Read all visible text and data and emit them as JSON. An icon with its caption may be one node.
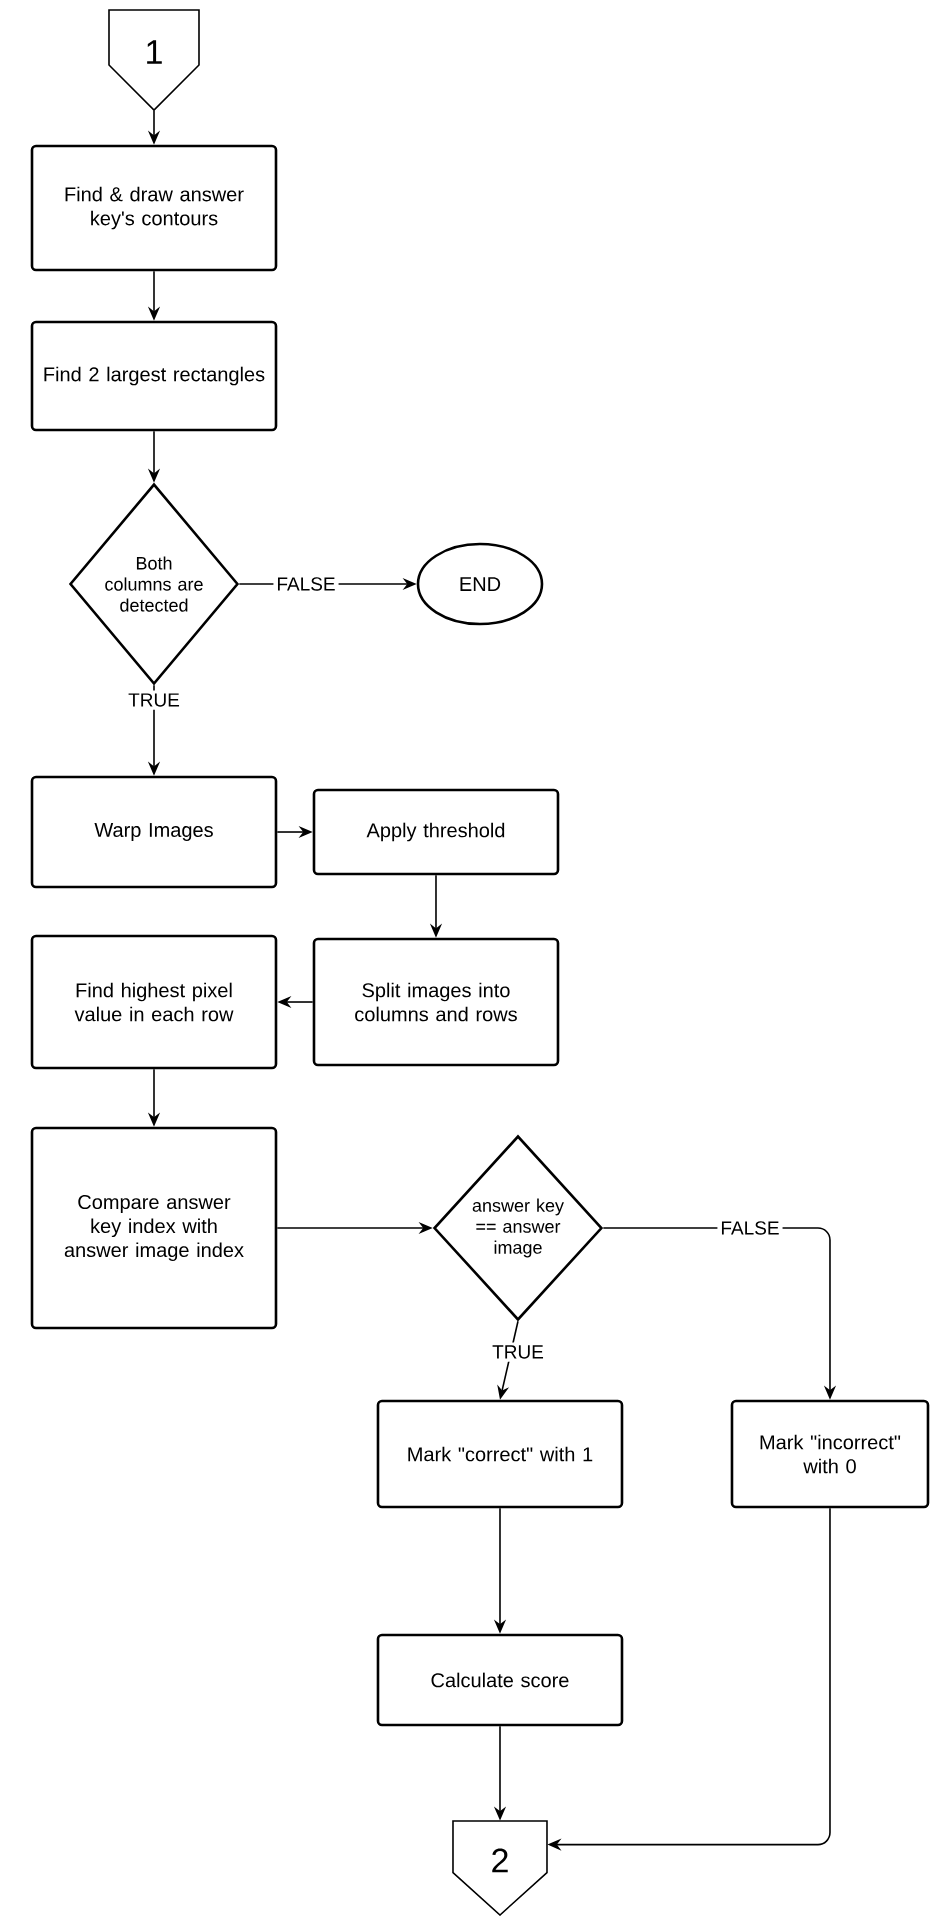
{
  "diagram": {
    "nodes": [
      {
        "text": [
          "1"
        ]
      },
      {
        "text": [
          "Find & draw answer key's contours"
        ]
      },
      {
        "text": [
          "Find 2 largest rectangles"
        ]
      },
      {
        "text": [
          "Both columns are detected"
        ]
      },
      {
        "text": [
          "END"
        ]
      },
      {
        "text": [
          "Warp Images"
        ]
      },
      {
        "text": [
          "Apply threshold"
        ]
      },
      {
        "text": [
          "Split images into columns and rows"
        ]
      },
      {
        "text": [
          "Find highest pixel value in each row"
        ]
      },
      {
        "text": [
          "Compare answer key index with answer image index"
        ]
      },
      {
        "text": [
          "answer key == answer image"
        ]
      },
      {
        "text": [
          "Mark \"correct\" with 1"
        ]
      },
      {
        "text": [
          "Mark \"incorrect\" with 0"
        ]
      },
      {
        "text": [
          "Calculate score"
        ]
      },
      {
        "text": [
          "2"
        ]
      }
    ],
    "edges": [
      {
        "from": 0,
        "to": 1,
        "arrow": "to"
      },
      {
        "from": 1,
        "to": 2,
        "arrow": "to"
      },
      {
        "from": 2,
        "to": 3,
        "arrow": "to"
      },
      {
        "from": 3,
        "to": 4,
        "arrow": "to",
        "label": "FALSE"
      },
      {
        "from": 3,
        "to": 5,
        "arrow": "to",
        "label": "TRUE"
      },
      {
        "from": 5,
        "to": 6,
        "arrow": "to"
      },
      {
        "from": 6,
        "to": 7,
        "arrow": "to"
      },
      {
        "from": 7,
        "to": 8,
        "arrow": "to"
      },
      {
        "from": 8,
        "to": 9,
        "arrow": "to"
      },
      {
        "from": 9,
        "to": 10,
        "arrow": "to"
      },
      {
        "from": 10,
        "to": 11,
        "arrow": "to",
        "label": "TRUE"
      },
      {
        "from": 10,
        "to": 12,
        "arrow": "to",
        "label": "FALSE"
      },
      {
        "from": 11,
        "to": 13,
        "arrow": "to"
      },
      {
        "from": 13,
        "to": 14,
        "arrow": "to"
      },
      {
        "from": 12,
        "to": 14,
        "arrow": "to"
      }
    ]
  }
}
